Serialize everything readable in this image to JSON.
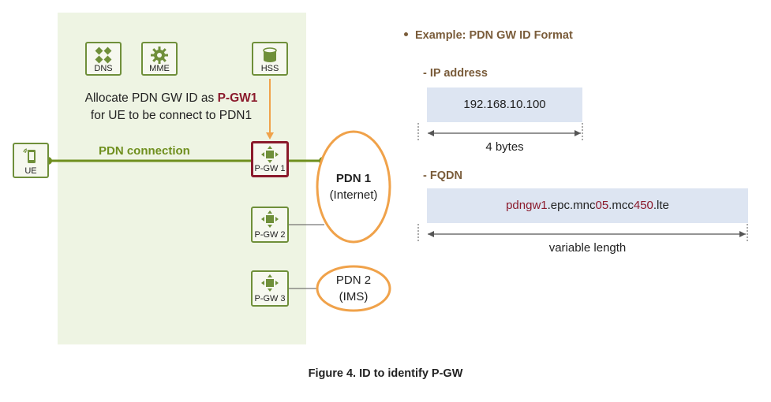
{
  "diagram": {
    "nodes": {
      "dns": "DNS",
      "mme": "MME",
      "hss": "HSS",
      "ue": "UE",
      "pgw1": "P-GW 1",
      "pgw2": "P-GW 2",
      "pgw3": "P-GW 3"
    },
    "note": {
      "line1_prefix": "Allocate PDN GW ID as ",
      "line1_highlight": "P-GW1",
      "line2": "for UE to be connect to PDN1"
    },
    "pdn_connection_label": "PDN connection",
    "pdn1": {
      "name": "PDN 1",
      "desc": "(Internet)"
    },
    "pdn2": {
      "name": "PDN 2",
      "desc": "(IMS)"
    }
  },
  "example": {
    "title": "Example: PDN GW ID Format",
    "ip": {
      "heading": "- IP address",
      "value": "192.168.10.100",
      "length": "4 bytes"
    },
    "fqdn": {
      "heading": "- FQDN",
      "parts": [
        "pdngw1",
        ".epc.mnc",
        "05",
        ".mcc",
        "450",
        ".lte"
      ],
      "length": "variable length"
    }
  },
  "caption": "Figure 4. ID to identify P-GW",
  "colors": {
    "panel": "#eef4e3",
    "node_border": "#6f8f3a",
    "accent_red": "#8b1a2c",
    "pdn_ellipse": "#f0a24a",
    "connection": "#6f8f1e",
    "heading_brown": "#7a5c3a",
    "box_blue": "#dde5f2"
  }
}
